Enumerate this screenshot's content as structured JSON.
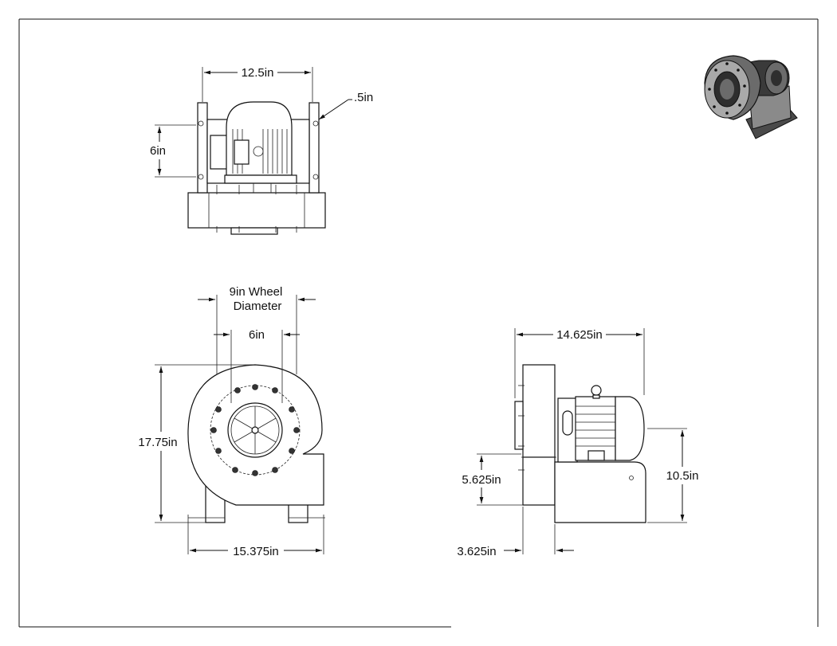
{
  "drawing": {
    "views": {
      "top": {
        "overall_width": "12.5in",
        "flange_thickness": ".5in",
        "outlet_height": "6in"
      },
      "front": {
        "wheel_diameter_line1": "9in Wheel",
        "wheel_diameter_line2": "Diameter",
        "inlet_diameter": "6in",
        "overall_height": "17.75in",
        "overall_width": "15.375in"
      },
      "side": {
        "overall_depth": "14.625in",
        "outlet_height": "5.625in",
        "motor_height": "10.5in",
        "outlet_offset": "3.625in"
      }
    },
    "colors": {
      "line": "#111111",
      "iso_body": "#6b6b6b",
      "iso_dark": "#2e2e2e",
      "iso_light": "#a9a9a9"
    }
  }
}
